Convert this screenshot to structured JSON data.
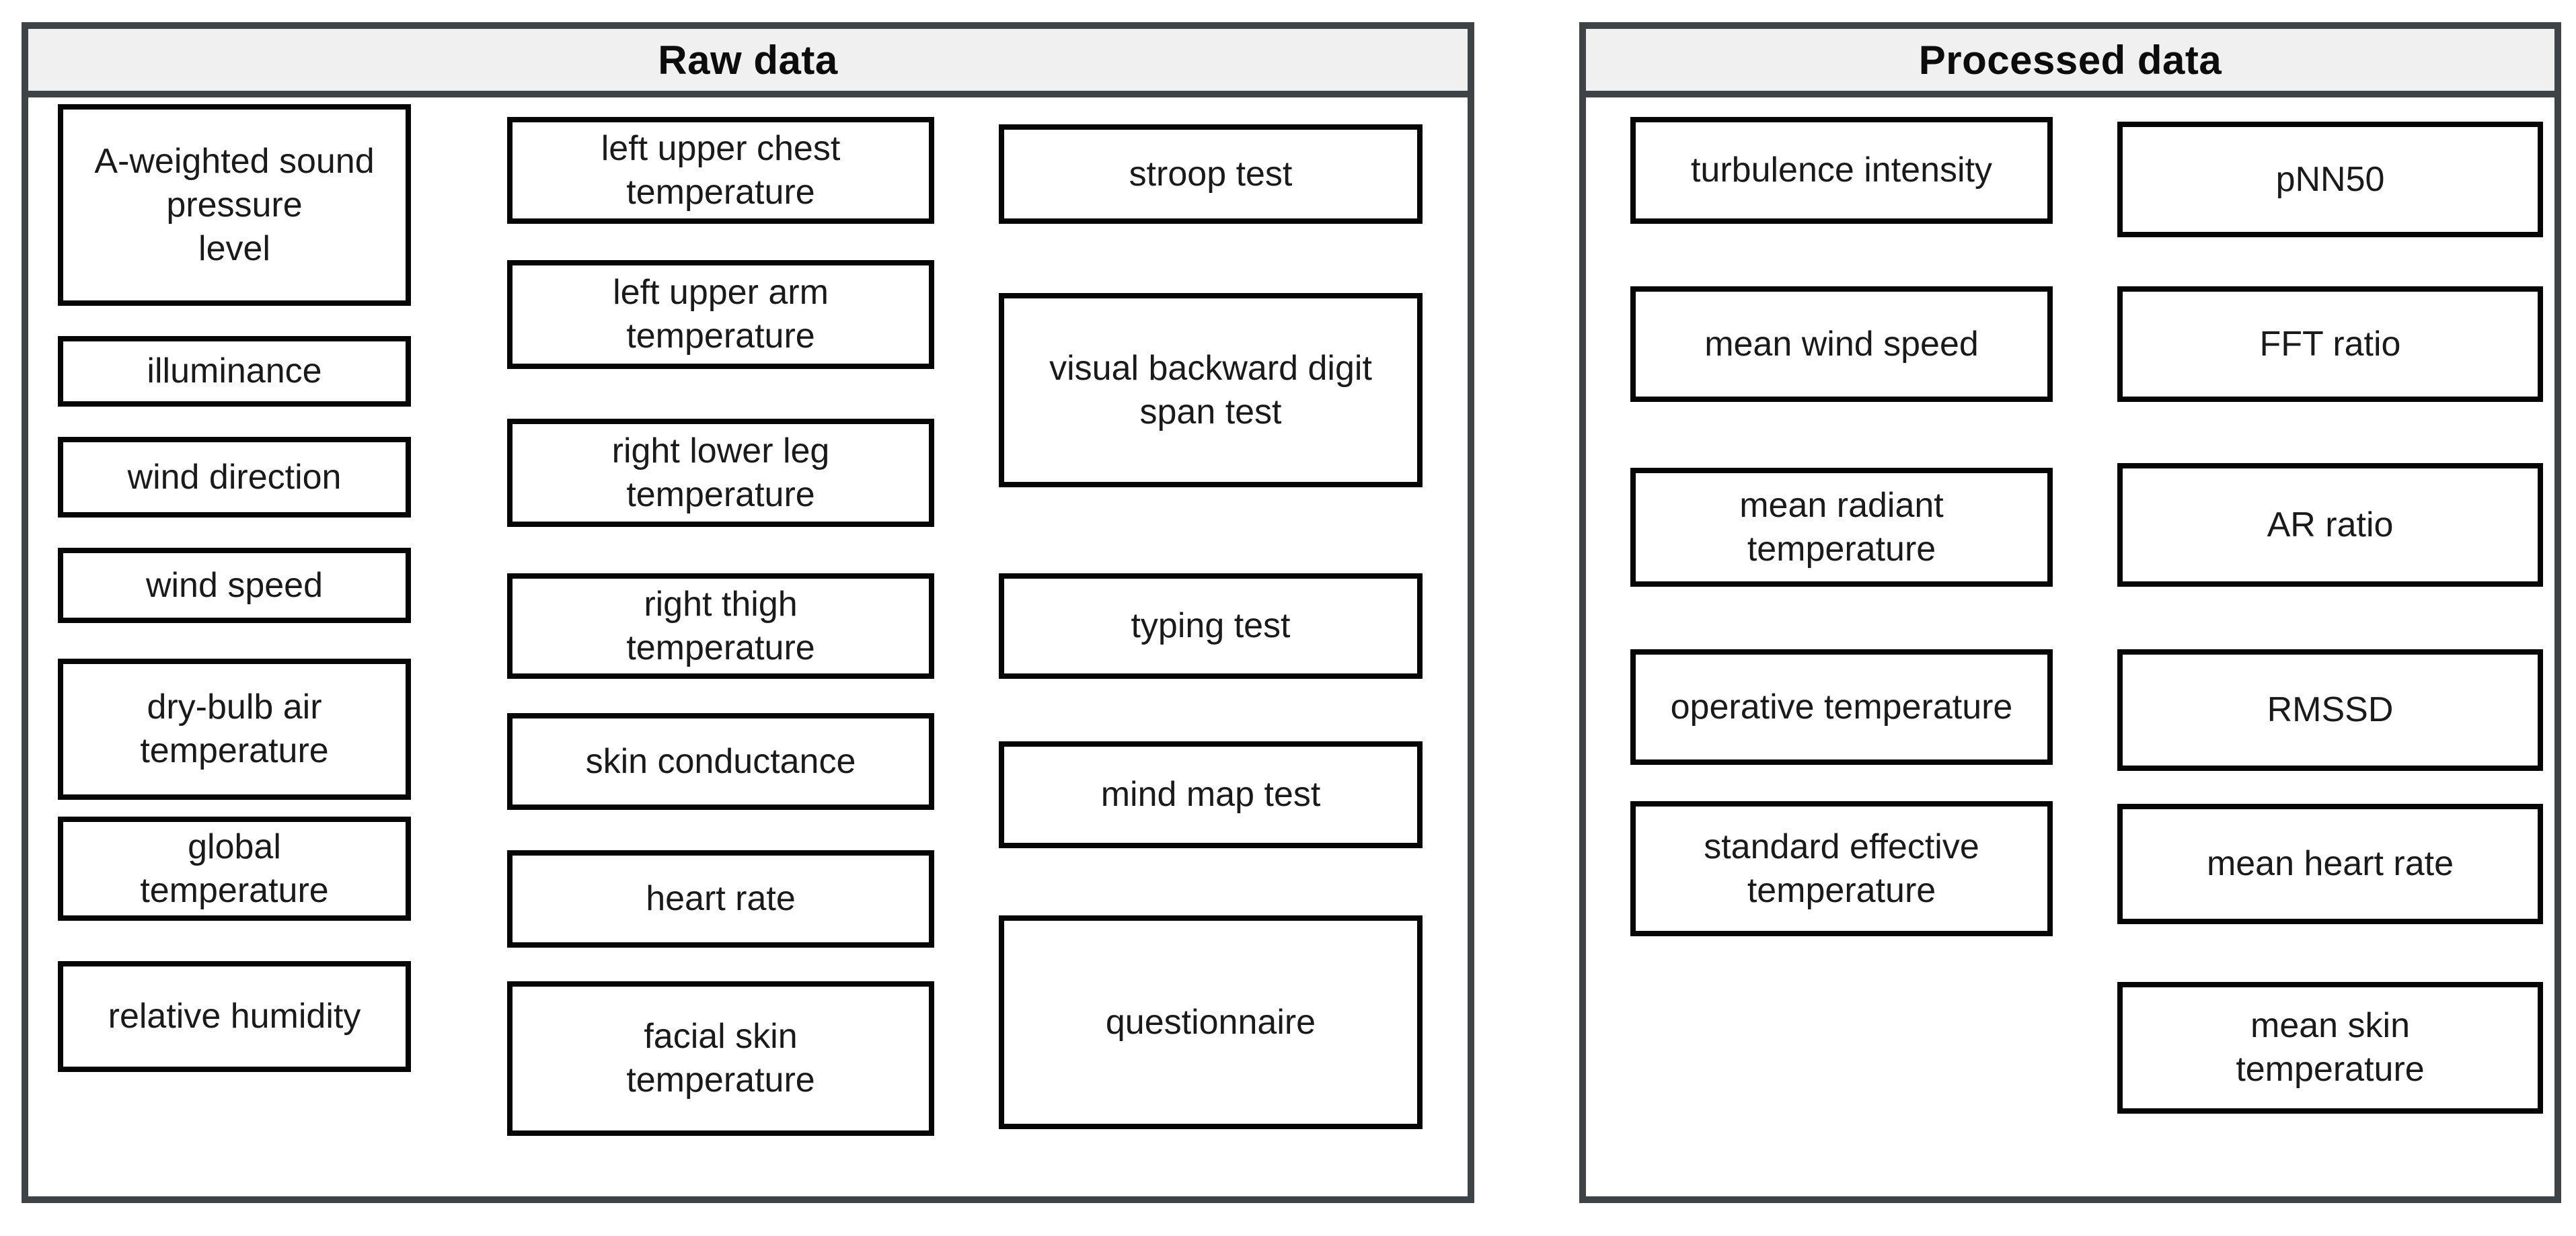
{
  "figure": {
    "panels": [
      {
        "title": "Raw data",
        "columns": [
          {
            "boxes": [
              "A-weighted sound\npressure\nlevel",
              "illuminance",
              "wind direction",
              "wind speed",
              "dry-bulb air\ntemperature",
              "global\ntemperature",
              "relative humidity"
            ]
          },
          {
            "boxes": [
              "left upper chest\ntemperature",
              "left upper arm\ntemperature",
              "right lower leg\ntemperature",
              "right thigh\ntemperature",
              "skin conductance",
              "heart rate",
              "facial skin\ntemperature"
            ]
          },
          {
            "boxes": [
              "stroop test",
              "visual backward digit\nspan test",
              "typing test",
              "mind map test",
              "questionnaire"
            ]
          }
        ]
      },
      {
        "title": "Processed data",
        "columns": [
          {
            "boxes": [
              "turbulence intensity",
              "mean wind speed",
              "mean radiant\ntemperature",
              "operative temperature",
              "standard effective\ntemperature"
            ]
          },
          {
            "boxes": [
              "pNN50",
              "FFT ratio",
              "AR ratio",
              "RMSSD",
              "mean heart rate",
              "mean skin\ntemperature"
            ]
          }
        ]
      }
    ],
    "colors": {
      "panel_border": "#3e4347",
      "header_bg": "#f0f0f0",
      "box_border": "#060606",
      "text": "#1a1a1a"
    }
  }
}
